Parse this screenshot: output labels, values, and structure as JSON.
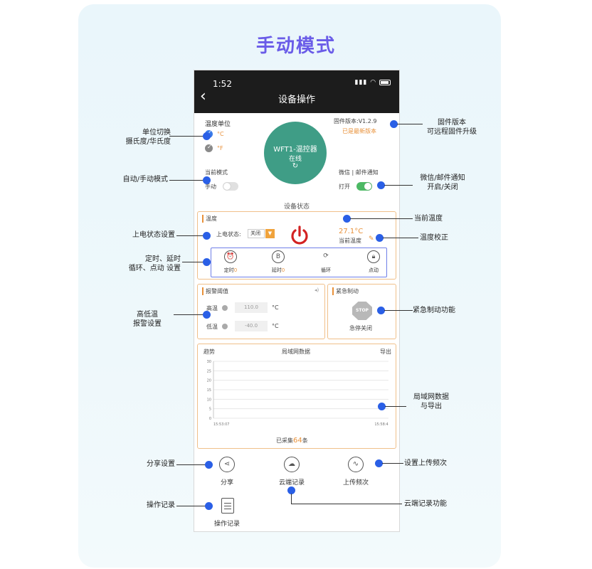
{
  "poster": {
    "title": "手动模式"
  },
  "statusbar": {
    "time": "1:52"
  },
  "nav": {
    "title": "设备操作"
  },
  "unit": {
    "title": "温度单位",
    "celsius": "°C",
    "fahrenheit": "°F"
  },
  "firmware": {
    "version": "固件版本:V1.2.9",
    "status": "已是最新版本"
  },
  "device": {
    "name": "WFT1-温控器",
    "status": "在线",
    "refresh": "↻"
  },
  "mode": {
    "title": "当前模式",
    "value": "手动"
  },
  "notify": {
    "title": "微信 | 邮件通知",
    "value": "打开"
  },
  "device_status_label": "设备状态",
  "temp_card": {
    "title": "温度",
    "power_on_label": "上电状态:",
    "power_on_value": "关闭",
    "current_temp": "27.1°C",
    "current_temp_label": "当前温度",
    "functions": [
      {
        "label": "定时",
        "badge": "0",
        "icon": "alarm-clock-icon"
      },
      {
        "label": "延时",
        "badge": "0",
        "icon": "delay-icon"
      },
      {
        "label": "循环",
        "icon": "cycle-icon"
      },
      {
        "label": "点动",
        "icon": "lock-icon"
      }
    ]
  },
  "alarm_card": {
    "title": "报警阈值",
    "high_label": "高温",
    "high_value": "110.0",
    "low_label": "低温",
    "low_value": "-40.0",
    "unit": "°C"
  },
  "emergency_card": {
    "title": "紧急制动",
    "stop_text": "STOP",
    "label": "急停关闭"
  },
  "chart_card": {
    "title_left": "趋势",
    "title_center": "局域网数据",
    "title_right": "导出",
    "collected_prefix": "已采集",
    "collected_count": "64",
    "collected_suffix": "条"
  },
  "chart_data": {
    "type": "line",
    "x": [],
    "series": [],
    "yticks": [
      30,
      25,
      20,
      15,
      10,
      5,
      0
    ],
    "xticks": [
      "15:53:07",
      "15:58:4"
    ],
    "ylim": [
      0,
      30
    ]
  },
  "bottom": {
    "share": "分享",
    "cloud": "云端记录",
    "upload": "上传频次",
    "log": "操作记录"
  },
  "annotations": {
    "unit_switch": "单位切换\n摄氏度/华氏度",
    "mode": "自动/手动模式",
    "power_on": "上电状态设置",
    "timer": "定时、延时\n循环、点动 设置",
    "alarm": "高低温\n报警设置",
    "share": "分享设置",
    "log": "操作记录",
    "firmware": "固件版本\n可远程固件升级",
    "notify": "微信/邮件通知\n开启/关闭",
    "current_temp": "当前温度",
    "calibration": "温度校正",
    "emergency": "紧急制动功能",
    "lan": "局域网数据\n与导出",
    "upload": "设置上传频次",
    "cloud": "云端记录功能"
  }
}
